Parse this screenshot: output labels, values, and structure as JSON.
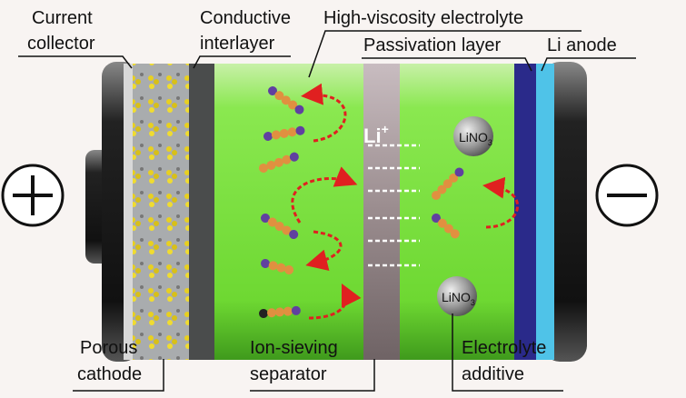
{
  "title": "Li-S battery schematic",
  "labels": {
    "current_collector": [
      "Current",
      "collector"
    ],
    "conductive_interlayer": [
      "Conductive",
      "interlayer"
    ],
    "high_viscosity_electrolyte": "High-viscosity electrolyte",
    "passivation_layer": "Passivation layer",
    "li_anode": "Li anode",
    "porous_cathode": [
      "Porous",
      "cathode"
    ],
    "ion_sieving_separator": [
      "Ion-sieving",
      "separator"
    ],
    "electrolyte_additive": [
      "Electrolyte",
      "additive"
    ]
  },
  "ion": {
    "symbol": "Li",
    "charge": "+"
  },
  "additive": {
    "formula": "LiNO",
    "subscript": "3"
  },
  "terminals": {
    "positive": "+",
    "negative": "−"
  },
  "colors": {
    "electrolyte": "#7ee040",
    "separator": "#8a7f80",
    "passivation": "#2a2a8a",
    "anode": "#4fc3e8",
    "arrow": "#e02020"
  }
}
